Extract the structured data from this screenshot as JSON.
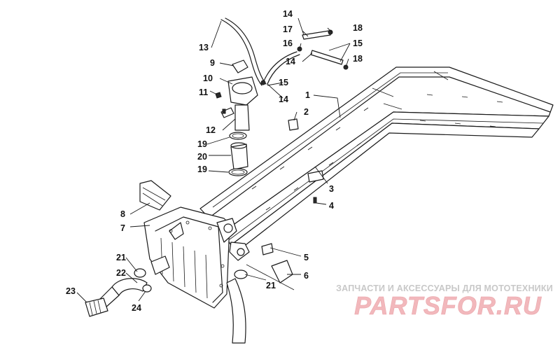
{
  "callouts": [
    {
      "id": "c1",
      "label": "1"
    },
    {
      "id": "c2",
      "label": "2"
    },
    {
      "id": "c3",
      "label": "3"
    },
    {
      "id": "c4",
      "label": "4"
    },
    {
      "id": "c5",
      "label": "5"
    },
    {
      "id": "c6",
      "label": "6"
    },
    {
      "id": "c7",
      "label": "7"
    },
    {
      "id": "c8",
      "label": "8"
    },
    {
      "id": "c9",
      "label": "9"
    },
    {
      "id": "c10",
      "label": "10"
    },
    {
      "id": "c11",
      "label": "11"
    },
    {
      "id": "c12",
      "label": "12"
    },
    {
      "id": "c13",
      "label": "13"
    },
    {
      "id": "c14a",
      "label": "14"
    },
    {
      "id": "c14b",
      "label": "14"
    },
    {
      "id": "c14c",
      "label": "14"
    },
    {
      "id": "c15a",
      "label": "15"
    },
    {
      "id": "c15b",
      "label": "15"
    },
    {
      "id": "c16",
      "label": "16"
    },
    {
      "id": "c17",
      "label": "17"
    },
    {
      "id": "c18a",
      "label": "18"
    },
    {
      "id": "c18b",
      "label": "18"
    },
    {
      "id": "c19a",
      "label": "19"
    },
    {
      "id": "c19b",
      "label": "19"
    },
    {
      "id": "c20",
      "label": "20"
    },
    {
      "id": "c21a",
      "label": "21"
    },
    {
      "id": "c21b",
      "label": "21"
    },
    {
      "id": "c22",
      "label": "22"
    },
    {
      "id": "c23",
      "label": "23"
    },
    {
      "id": "c24",
      "label": "24"
    }
  ],
  "watermark": {
    "caption": "ЗАПЧАСТИ И АКСЕССУАРЫ ДЛЯ МОТОТЕХНИКИ",
    "logo_text": "PARTSFOR.RU",
    "color": "#f2b8bc"
  },
  "colors": {
    "line": "#1a1a1a",
    "background": "#ffffff",
    "watermark_caption": "#c8c8c8"
  }
}
